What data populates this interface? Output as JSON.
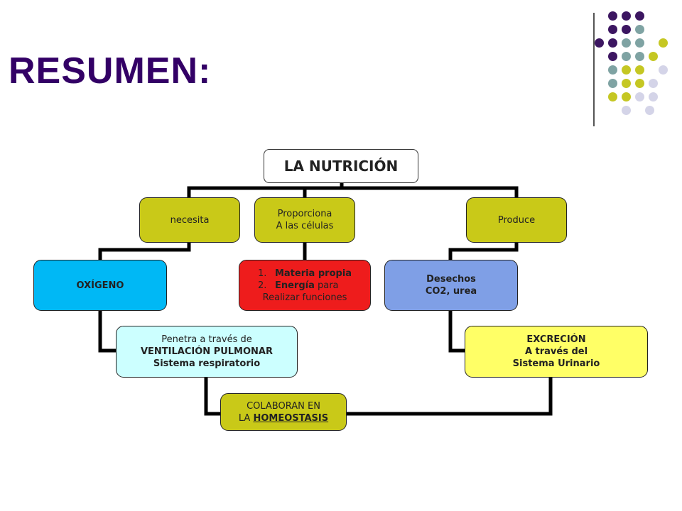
{
  "title": "RESUMEN:",
  "colors": {
    "title": "#330066",
    "dot_purple": "#3c1661",
    "dot_teal": "#7fa3a3",
    "dot_yellow": "#c5c723",
    "dot_lavender": "#d4d4e8",
    "olive": "#c9c918",
    "cyan": "#00b8f5",
    "light_cyan": "#ccffff",
    "red": "#ee1c1c",
    "periwinkle": "#7f9fe6",
    "light_yellow": "#ffff66"
  },
  "diagram": {
    "root": "LA NUTRICIÓN",
    "necesita": "necesita",
    "proporciona": {
      "line1": "Proporciona",
      "line2": "A las células"
    },
    "produce": "Produce",
    "oxigeno": "OXÍGENO",
    "penetra": {
      "line1": "Penetra a través de",
      "line2": "VENTILACIÓN PULMONAR",
      "line3": "Sistema respiratorio"
    },
    "materia": {
      "item1_num": "1.",
      "item1_text": "Materia propia",
      "item2_num": "2.",
      "item2_bold": "Energía",
      "item2_rest": " para",
      "line3": "Realizar funciones"
    },
    "desechos": {
      "line1": "Desechos",
      "line2": "CO2, urea"
    },
    "excrecion": {
      "line1": "EXCRECIÓN",
      "line2": "A través del",
      "line3": "Sistema Urinario"
    },
    "colaboran": {
      "line1": "COLABORAN EN",
      "line2_prefix": "LA ",
      "line2_bold": "HOMEOSTASIS"
    }
  }
}
